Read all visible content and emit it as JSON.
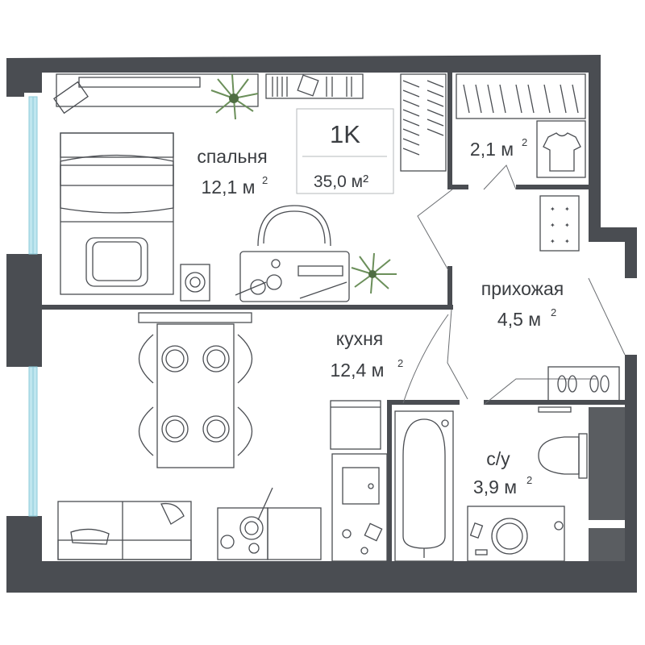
{
  "plan": {
    "type_label": "1K",
    "total_area": "35,0 м²",
    "colors": {
      "wall": "#4a4d52",
      "text": "#3a3d41",
      "window": "#bfe6ef",
      "plant": "#6b8f5a"
    }
  },
  "rooms": [
    {
      "id": "bedroom",
      "name": "спальня",
      "area": "12,1 м"
    },
    {
      "id": "closet",
      "name": "",
      "area": "2,1 м"
    },
    {
      "id": "hallway",
      "name": "прихожая",
      "area": "4,5 м"
    },
    {
      "id": "kitchen",
      "name": "кухня",
      "area": "12,4 м"
    },
    {
      "id": "bathroom",
      "name": "с/у",
      "area": "3,9 м"
    }
  ],
  "area_superscript": "2",
  "icons": [
    "plant-icon",
    "bed-icon",
    "armchair-icon",
    "washing-machine-icon",
    "dining-table-icon",
    "sofa-icon",
    "stove-icon",
    "sink-icon",
    "bathtub-icon",
    "toilet-icon",
    "washbasin-icon",
    "shoes-icon",
    "tshirt-icon",
    "wardrobe-icon"
  ]
}
